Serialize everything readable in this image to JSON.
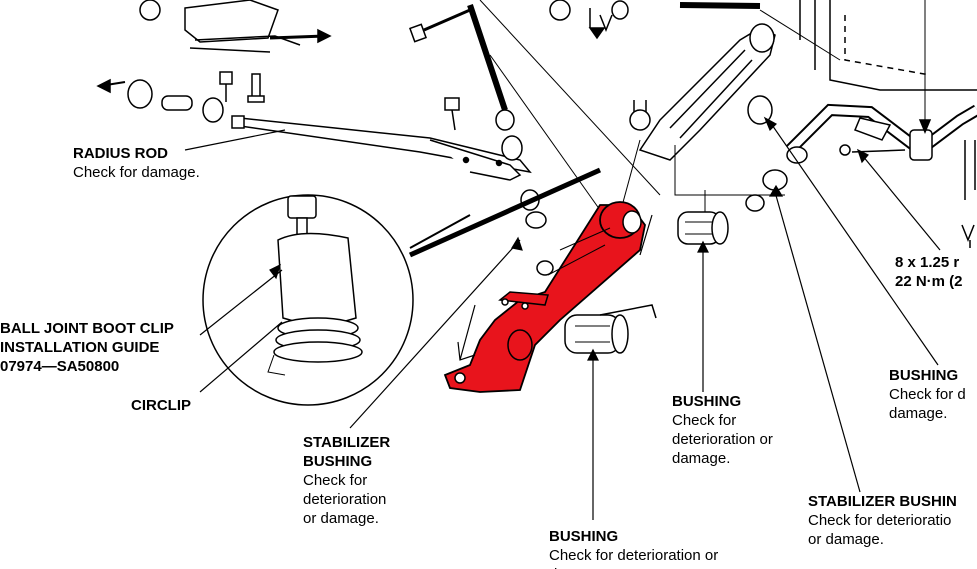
{
  "callouts": {
    "radius_rod": {
      "title": "RADIUS ROD",
      "note": "Check for damage."
    },
    "ball_joint_guide": {
      "line1": "BALL JOINT BOOT CLIP",
      "line2": "INSTALLATION GUIDE",
      "part_no": "07974—SA50800"
    },
    "circlip": {
      "title": "CIRCLIP"
    },
    "stabilizer_bushing_left": {
      "line1": "STABILIZER",
      "line2": "BUSHING",
      "note1": "Check for",
      "note2": "deterioration",
      "note3": "or damage."
    },
    "bushing_bottom": {
      "title": "BUSHING",
      "note1": "Check for deterioration or",
      "note2": "d"
    },
    "bushing_center": {
      "title": "BUSHING",
      "note1": "Check for",
      "note2": "deterioration or",
      "note3": "damage."
    },
    "bushing_right": {
      "title": "BUSHING",
      "note1": "Check for d",
      "note2": "damage."
    },
    "stabilizer_bushing_right": {
      "title": "STABILIZER BUSHIN",
      "note1": "Check for deterioratio",
      "note2": "or damage."
    },
    "bolt_spec": {
      "line1": "8 x 1.25 r",
      "line2": "22 N·m (2"
    }
  },
  "colors": {
    "ink": "#000000",
    "highlight_arm": "#e8141c",
    "paper": "#ffffff"
  }
}
